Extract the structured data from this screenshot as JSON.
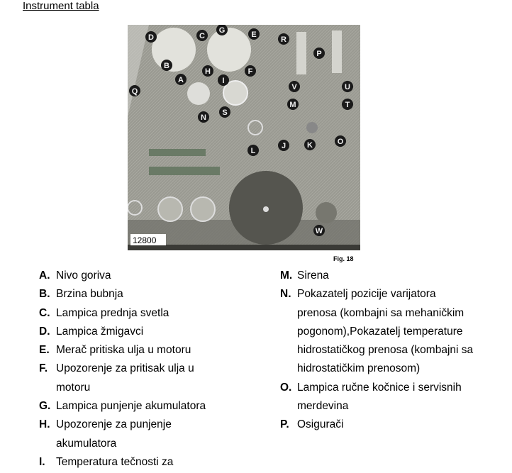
{
  "title": "Instrument tabla",
  "figure": {
    "label": "Fig. 18",
    "number_tag": "12800",
    "callouts": [
      "A",
      "B",
      "C",
      "D",
      "E",
      "F",
      "G",
      "H",
      "I",
      "J",
      "K",
      "L",
      "M",
      "N",
      "O",
      "P",
      "Q",
      "R",
      "S",
      "T",
      "U",
      "V",
      "W"
    ]
  },
  "left_items": [
    {
      "letter": "A.",
      "text": "Nivo goriva"
    },
    {
      "letter": "B.",
      "text": "Brzina bubnja"
    },
    {
      "letter": "C.",
      "text": "Lampica prednja svetla"
    },
    {
      "letter": "D.",
      "text": "Lampica žmigavci"
    },
    {
      "letter": "E.",
      "text": "Merač pritiska ulja u motoru"
    },
    {
      "letter": "F.",
      "text": "Upozorenje za pritisak ulja u motoru"
    },
    {
      "letter": "G.",
      "text": "Lampica punjenje akumulatora"
    },
    {
      "letter": "H.",
      "text": "Upozorenje za punjenje akumulatora"
    },
    {
      "letter": "I.",
      "text": "Temperatura tečnosti za"
    }
  ],
  "right_items": [
    {
      "letter": "M.",
      "text": "Sirena"
    },
    {
      "letter": "N.",
      "text": "Pokazatelj pozicije varijatora prenosa (kombajni sa mehaničkim pogonom),Pokazatelj temperature hidrostatičkog prenosa (kombajni sa hidrostatičkim prenosom)"
    },
    {
      "letter": "O.",
      "text": "Lampica ručne kočnice i servisnih merdevina"
    },
    {
      "letter": "P.",
      "text": "Osigurači"
    }
  ]
}
